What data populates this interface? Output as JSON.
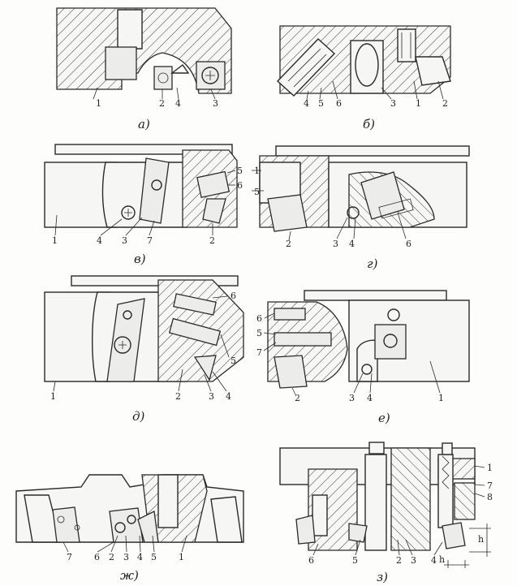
{
  "figures": [
    {
      "id": "a",
      "caption": "а)",
      "labels": [
        "1",
        "2",
        "4",
        "3"
      ]
    },
    {
      "id": "b",
      "caption": "б)",
      "labels": [
        "4",
        "5",
        "6",
        "3",
        "1",
        "2"
      ]
    },
    {
      "id": "v",
      "caption": "в)",
      "labels": [
        "5",
        "6",
        "1",
        "4",
        "3",
        "7",
        "2"
      ]
    },
    {
      "id": "g",
      "caption": "г)",
      "labels": [
        "1",
        "5",
        "2",
        "3",
        "4",
        "6"
      ]
    },
    {
      "id": "d",
      "caption": "д)",
      "labels": [
        "6",
        "5",
        "1",
        "2",
        "3",
        "4"
      ]
    },
    {
      "id": "e",
      "caption": "е)",
      "labels": [
        "6",
        "5",
        "7",
        "2",
        "3",
        "4",
        "1"
      ]
    },
    {
      "id": "zh",
      "caption": "ж)",
      "labels": [
        "7",
        "6",
        "2",
        "3",
        "4",
        "5",
        "1"
      ]
    },
    {
      "id": "z",
      "caption": "з)",
      "labels": [
        "1",
        "7",
        "8",
        "6",
        "5",
        "2",
        "3",
        "4"
      ],
      "dims": [
        "h",
        "h"
      ]
    }
  ]
}
